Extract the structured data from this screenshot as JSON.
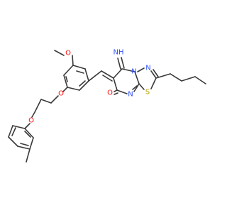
{
  "colors": {
    "bond": "#3a3a3a",
    "O": "#ff0d0d",
    "N": "#3050f8",
    "S": "#b8a000",
    "H": "#ff0d0d"
  },
  "atom_labels": {
    "o_methoxy": "O",
    "o_ether_ring": "O",
    "o_ether_tolyl": "O",
    "o_carbonyl": "O",
    "n_imine": "NH",
    "n_fused": "N",
    "n_azole": "N",
    "n_pyrimidine": "N",
    "s_thiadiazole": "S"
  }
}
